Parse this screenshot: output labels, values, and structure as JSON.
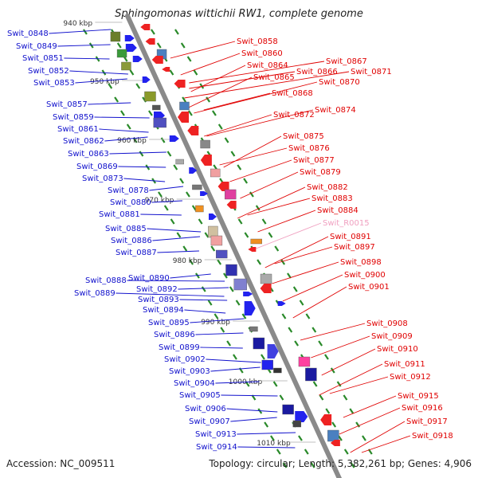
{
  "title": "Sphingomonas wittichii RW1, complete genome",
  "accession": "Accession: NC_009511",
  "topology": "Topology: circular; Length: 5,382,261 bp; Genes: 4,906",
  "colors": {
    "left_label": "#1010cc",
    "right_label": "#e00000",
    "rna_label": "#f0a0c0",
    "backbone": "#8a8a8a",
    "tick": "#2a8a2a"
  },
  "kbp_labels": [
    "940 kbp",
    "950 kbp",
    "960 kbp",
    "970 kbp",
    "980 kbp",
    "990 kbp",
    "1000 kbp",
    "1010 kbp"
  ],
  "left_genes": [
    "Swit_0848",
    "Swit_0849",
    "Swit_0851",
    "Swit_0852",
    "Swit_0853",
    "Swit_0857",
    "Swit_0859",
    "Swit_0861",
    "Swit_0862",
    "Swit_0863",
    "Swit_0869",
    "Swit_0873",
    "Swit_0878",
    "Swit_0880",
    "Swit_0881",
    "Swit_0885",
    "Swit_0886",
    "Swit_0887",
    "Swit_0888",
    "Swit_0889",
    "Swit_0890",
    "Swit_0892",
    "Swit_0893",
    "Swit_0894",
    "Swit_0895",
    "Swit_0896",
    "Swit_0899",
    "Swit_0902",
    "Swit_0903",
    "Swit_0904",
    "Swit_0905",
    "Swit_0906",
    "Swit_0907",
    "Swit_0913",
    "Swit_0914"
  ],
  "right_genes": [
    "Swit_0858",
    "Swit_0860",
    "Swit_0864",
    "Swit_0865",
    "Swit_0866",
    "Swit_0867",
    "Swit_0871",
    "Swit_0870",
    "Swit_0868",
    "Swit_0872",
    "Swit_0874",
    "Swit_0875",
    "Swit_0876",
    "Swit_0877",
    "Swit_0879",
    "Swit_0882",
    "Swit_0883",
    "Swit_0884",
    "Swit_R0015",
    "Swit_0891",
    "Swit_0897",
    "Swit_0898",
    "Swit_0900",
    "Swit_0901",
    "Swit_0908",
    "Swit_0909",
    "Swit_0910",
    "Swit_0911",
    "Swit_0912",
    "Swit_0915",
    "Swit_0916",
    "Swit_0917",
    "Swit_0918"
  ]
}
